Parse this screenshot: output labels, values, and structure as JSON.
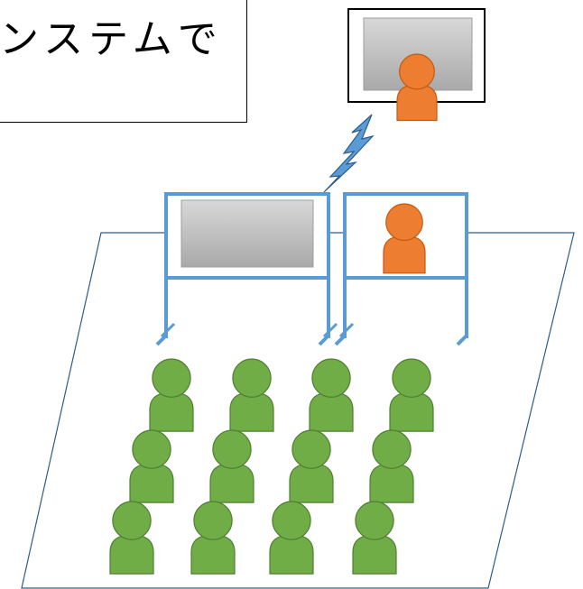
{
  "caption": {
    "text": "ンステムで"
  },
  "colors": {
    "remote_person": "#ED7D31",
    "remote_person_stroke": "#C55A11",
    "audience_person": "#70AD47",
    "audience_person_stroke": "#507E32",
    "board_frame": "#5B9BD5",
    "board_frame_dark": "#4472A8",
    "screen_gradient_top": "#d8d8d8",
    "screen_gradient_bottom": "#a9a9a9",
    "lightning": "#5B9BD5",
    "lightning_stroke": "#2E5C8C",
    "floor_line": "#2E5C8C"
  },
  "icons": {
    "remote_person": "person-icon",
    "audience_person": "person-icon",
    "signal": "lightning-bolt-icon"
  },
  "audience_rows": [
    4,
    4,
    4
  ]
}
